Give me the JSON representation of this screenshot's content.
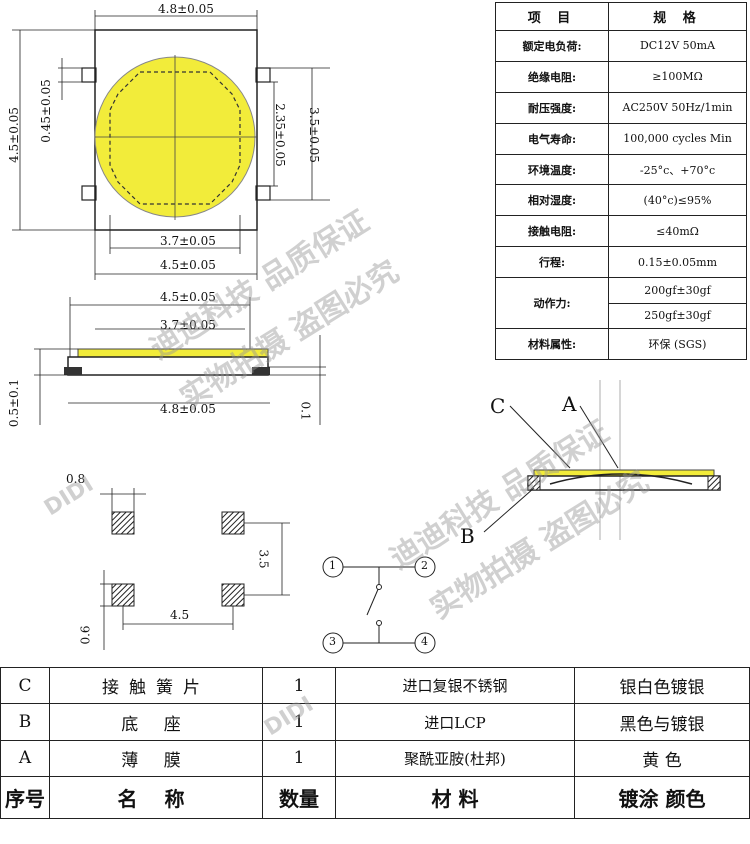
{
  "top_view": {
    "dim_width_top": "4.8±0.05",
    "dim_height_left": "4.5±0.05",
    "dim_small_gap": "0.45±0.05",
    "dim_inner_h": "2.35±0.05",
    "dim_outer_h": "3.5±0.05",
    "dim_inner_w": "3.7±0.05",
    "dim_body_w": "4.5±0.05"
  },
  "side_view": {
    "dim_body_w": "4.5±0.05",
    "dim_inner_w": "3.7±0.05",
    "dim_total_w": "4.8±0.05",
    "dim_height": "0.5±0.1",
    "dim_thickness": "0.1"
  },
  "footprint": {
    "dim_pad_w": "0.8",
    "dim_pitch_v": "3.5",
    "dim_pitch_h": "4.5",
    "dim_pad_h": "0.6"
  },
  "schematic": {
    "pins": [
      "1",
      "2",
      "3",
      "4"
    ]
  },
  "section": {
    "label_c": "C",
    "label_a": "A",
    "label_b": "B"
  },
  "watermark": {
    "line1": "迪迪科技 品质保证",
    "line2": "实物拍摄 盗图必究",
    "brand": "DIDI"
  },
  "spec": {
    "header": [
      "项 目",
      "规 格"
    ],
    "rows": [
      {
        "k": "额定电负荷:",
        "v": [
          "DC12V 50mA"
        ]
      },
      {
        "k": "绝缘电阻:",
        "v": [
          "≥100MΩ"
        ]
      },
      {
        "k": "耐压强度:",
        "v": [
          "AC250V 50Hz/1min"
        ]
      },
      {
        "k": "电气寿命:",
        "v": [
          "100,000 cycles Min"
        ]
      },
      {
        "k": "环境温度:",
        "v": [
          "-25°c、+70°c"
        ]
      },
      {
        "k": "相对湿度:",
        "v": [
          "(40°c)≤95%"
        ]
      },
      {
        "k": "接触电阻:",
        "v": [
          "≤40mΩ"
        ]
      },
      {
        "k": "行程:",
        "v": [
          "0.15±0.05mm"
        ]
      },
      {
        "k": "动作力:",
        "v": [
          "200gf±30gf",
          "250gf±30gf"
        ]
      },
      {
        "k": "材料属性:",
        "v": [
          "环保 (SGS)"
        ]
      }
    ]
  },
  "bom": {
    "rows": [
      [
        "C",
        "接触簧片",
        "1",
        "进口复银不锈钢",
        "银白色镀银"
      ],
      [
        "B",
        "底 座",
        "1",
        "进口LCP",
        "黑色与镀银"
      ],
      [
        "A",
        "薄 膜",
        "1",
        "聚酰亚胺(杜邦)",
        "黄 色"
      ]
    ],
    "header": [
      "序号",
      "名 称",
      "数量",
      "材 料",
      "镀涂 颜色"
    ]
  }
}
